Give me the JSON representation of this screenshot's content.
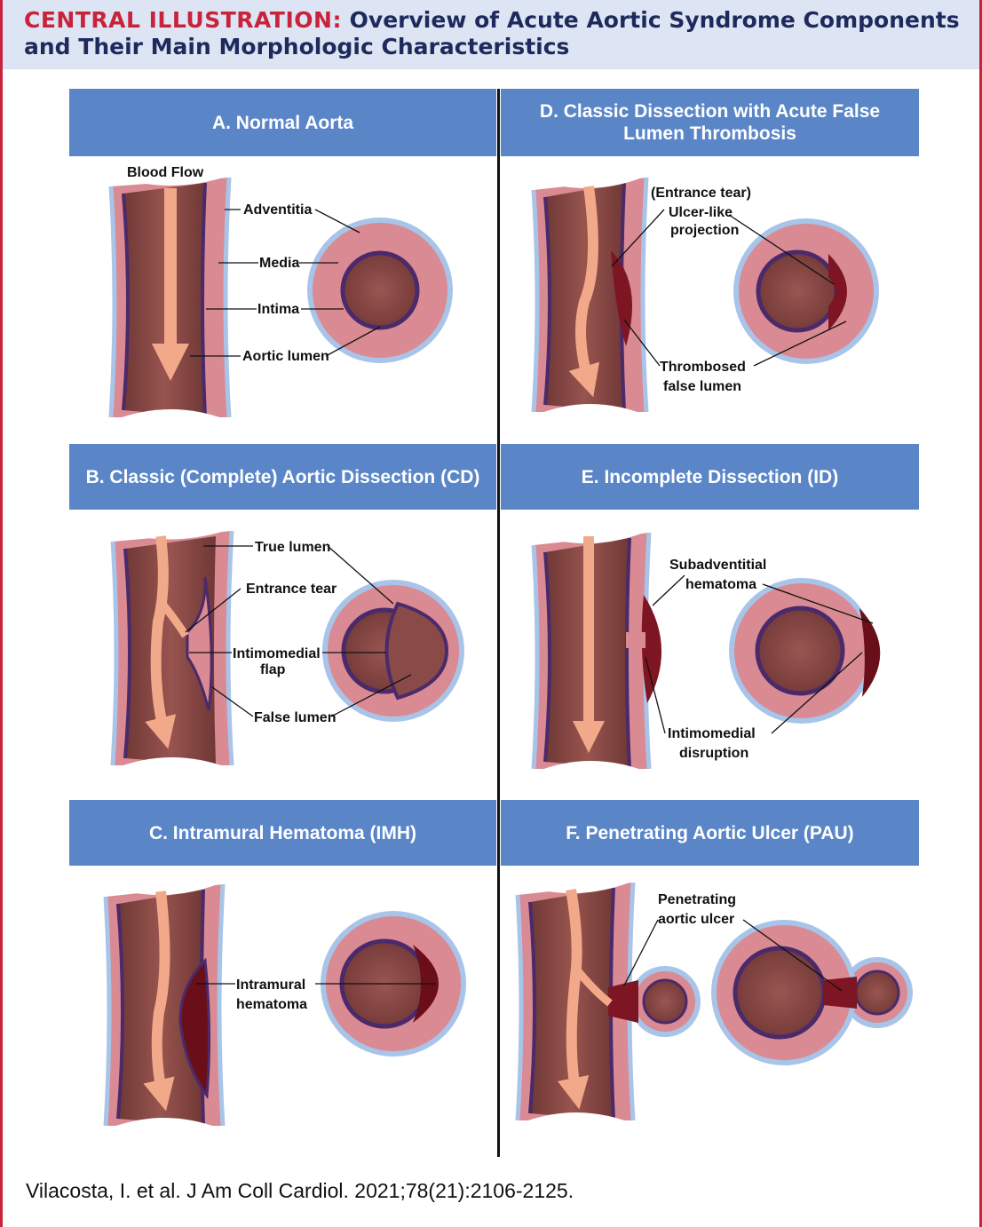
{
  "header": {
    "lead": "CENTRAL ILLUSTRATION:",
    "title_line1": "Overview of Acute Aortic Syndrome Components",
    "title_line2": "and Their Main Morphologic Characteristics"
  },
  "panels": {
    "a": {
      "title": "A. Normal Aorta",
      "labels": {
        "blood_flow": "Blood Flow",
        "adventitia": "Adventitia",
        "media": "Media",
        "intima": "Intima",
        "aortic_lumen": "Aortic lumen"
      }
    },
    "b": {
      "title": "B. Classic (Complete) Aortic Dissection (CD)",
      "labels": {
        "true_lumen": "True lumen",
        "entrance_tear": "Entrance tear",
        "flap_1": "Intimomedial",
        "flap_2": "flap",
        "false_lumen": "False lumen"
      }
    },
    "c": {
      "title": "C. Intramural Hematoma (IMH)",
      "labels": {
        "imh_1": "Intramural",
        "imh_2": "hematoma"
      }
    },
    "d": {
      "title_line1": "D. Classic Dissection with Acute False",
      "title_line2": "Lumen Thrombosis",
      "labels": {
        "entrance_tear": "(Entrance tear)",
        "ulcer_1": "Ulcer-like",
        "ulcer_2": "projection",
        "thrombosed_1": "Thrombosed",
        "thrombosed_2": "false lumen"
      }
    },
    "e": {
      "title": "E. Incomplete Dissection (ID)",
      "labels": {
        "sub_1": "Subadventitial",
        "sub_2": "hematoma",
        "disr_1": "Intimomedial",
        "disr_2": "disruption"
      }
    },
    "f": {
      "title": "F. Penetrating Aortic Ulcer (PAU)",
      "labels": {
        "pau_1": "Penetrating",
        "pau_2": "aortic ulcer"
      }
    }
  },
  "citation": "Vilacosta, I. et al. J Am Coll Cardiol. 2021;78(21):2106-2125.",
  "colors": {
    "accent_red": "#c8233b",
    "header_bg": "#dde4f3",
    "panel_blue": "#5a86c8",
    "wall_pink": "#d98a92",
    "lumen": "#8a4a48",
    "intima": "#4a2a6a",
    "adventitia": "#a8c4e8",
    "flow_arrow": "#f1a98a",
    "hematoma": "#6a0f1a"
  }
}
